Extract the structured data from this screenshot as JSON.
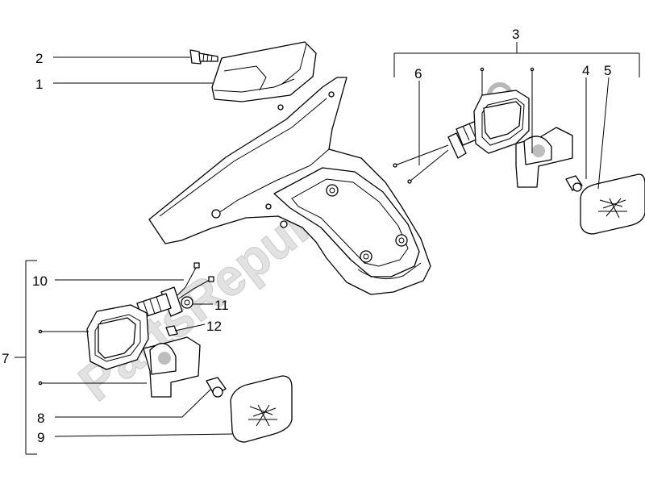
{
  "callouts": {
    "c1": "1",
    "c2": "2",
    "c3": "3",
    "c4": "4",
    "c5": "5",
    "c6": "6",
    "c7": "7",
    "c8": "8",
    "c9": "9",
    "c10": "10",
    "c11": "11",
    "c12": "12"
  },
  "watermark": "PartsRepublik",
  "colors": {
    "line": "#000000",
    "shade": "#bdbdbd",
    "watermark": "#d9d9d9"
  }
}
